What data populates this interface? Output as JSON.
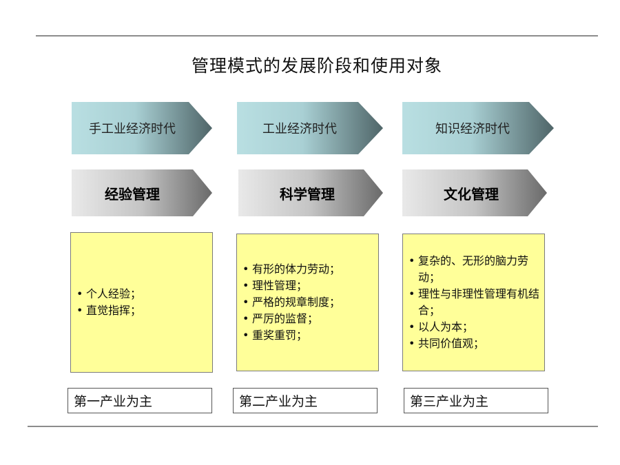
{
  "title": "管理模式的发展阶段和使用对象",
  "colors": {
    "era_arrow_light": "#b9dfe2",
    "era_arrow_dark": "#4f6568",
    "mgmt_arrow_light": "#e9e9e9",
    "mgmt_arrow_dark": "#6a6a6a",
    "box_fill": "#ffff99"
  },
  "columns": [
    {
      "era": "手工业经济时代",
      "management": "经验管理",
      "features": [
        "个人经验；",
        "直觉指挥；"
      ],
      "industry": "第一产业为主"
    },
    {
      "era": "工业经济时代",
      "management": "科学管理",
      "features": [
        "有形的体力劳动；",
        "理性管理；",
        "严格的规章制度；",
        "严厉的监督；",
        "重奖重罚；"
      ],
      "industry": "第二产业为主"
    },
    {
      "era": "知识经济时代",
      "management": "文化管理",
      "features": [
        "复杂的、无形的脑力劳动；",
        "理性与非理性管理有机结合；",
        "以人为本；",
        "共同价值观；"
      ],
      "industry": "第三产业为主"
    }
  ]
}
